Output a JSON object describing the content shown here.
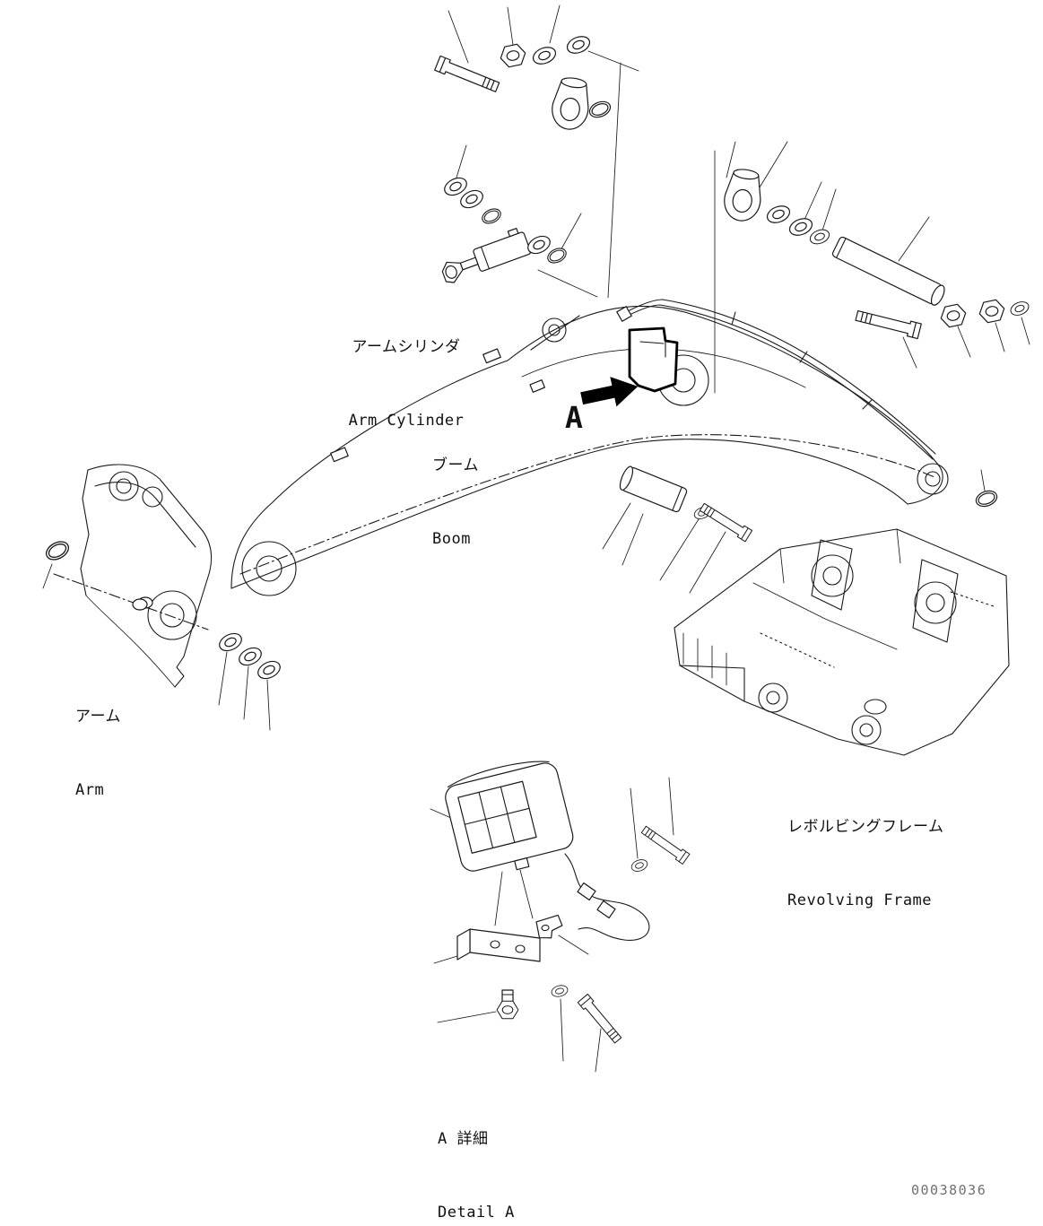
{
  "diagram": {
    "drawing_number": "00038036",
    "detail_marker": "A",
    "labels": {
      "arm_cylinder": {
        "jp": "アームシリンダ",
        "en": "Arm Cylinder"
      },
      "boom": {
        "jp": "ブーム",
        "en": "Boom"
      },
      "arm": {
        "jp": "アーム",
        "en": "Arm"
      },
      "revolving_frame": {
        "jp": "レボルビングフレーム",
        "en": "Revolving Frame"
      },
      "detail": {
        "jp": "A 詳細",
        "en": "Detail A"
      }
    },
    "colors": {
      "line": "#1a1a1a",
      "background": "#ffffff",
      "highlight": "#000000",
      "drawing_number_text": "#707070"
    }
  }
}
